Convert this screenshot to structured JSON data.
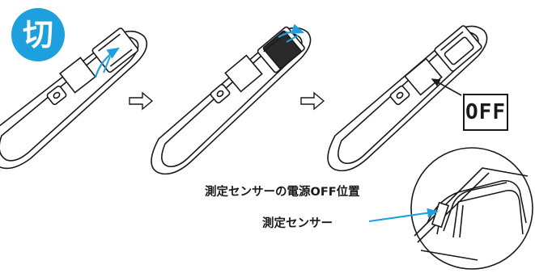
{
  "badge": {
    "label": "切",
    "color": "#1e9fde"
  },
  "display": {
    "text": "OFF"
  },
  "labels": {
    "power_off_position": "測定センサーの電源OFF位置",
    "sensor": "測定センサー"
  },
  "colors": {
    "accent_arrow": "#1e9fde",
    "line": "#1a1a1a"
  },
  "icons": [
    "step-arrow-icon",
    "slide-arrow-icon",
    "pointer-arrow-icon"
  ]
}
